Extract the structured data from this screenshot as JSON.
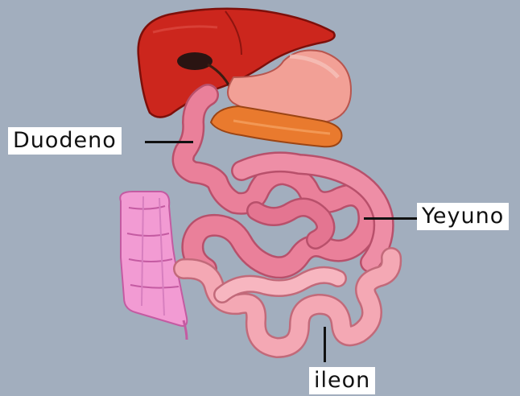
{
  "labels": {
    "duodeno": "Duodeno",
    "yeyuno": "Yeyuno",
    "ileon": "ileon"
  },
  "colors": {
    "background": "#a2aebe",
    "liver": "#c8241c",
    "gallbladder": "#2a1412",
    "stomach": "#ef9a90",
    "pancreas": "#e8782c",
    "small_intestine": "#e97e97",
    "ileum": "#f2a0ad",
    "large_intestine": "#f099d0"
  }
}
